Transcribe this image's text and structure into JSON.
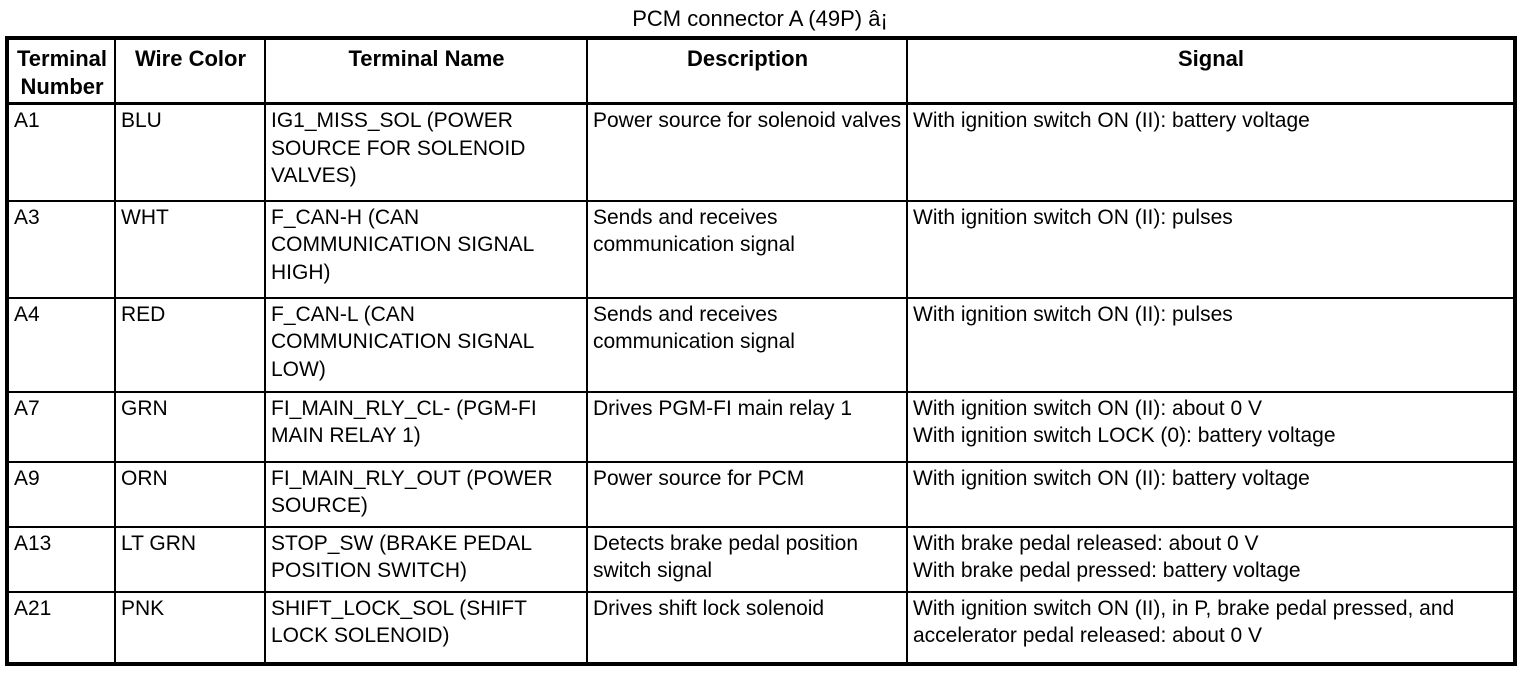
{
  "title": "PCM connector A (49P) â¡",
  "table": {
    "headers": {
      "terminal": "Terminal Number",
      "wire_color": "Wire Color",
      "terminal_name": "Terminal Name",
      "description": "Description",
      "signal": "Signal"
    },
    "rows": [
      {
        "terminal": "A1",
        "wire_color": "BLU",
        "terminal_name": "IG1_MISS_SOL (POWER SOURCE FOR SOLENOID VALVES)",
        "description": "Power source for solenoid valves",
        "signal": "With ignition switch ON (II): battery voltage"
      },
      {
        "terminal": "A3",
        "wire_color": "WHT",
        "terminal_name": "F_CAN-H (CAN COMMUNICATION SIGNAL HIGH)",
        "description": "Sends and receives communication signal",
        "signal": "With ignition switch ON (II): pulses"
      },
      {
        "terminal": "A4",
        "wire_color": "RED",
        "terminal_name": "F_CAN-L (CAN COMMUNICATION SIGNAL LOW)",
        "description": "Sends and receives communication signal",
        "signal": "With ignition switch ON (II): pulses"
      },
      {
        "terminal": "A7",
        "wire_color": "GRN",
        "terminal_name": "FI_MAIN_RLY_CL- (PGM-FI MAIN RELAY 1)",
        "description": "Drives PGM-FI main relay 1",
        "signal": "With ignition switch ON (II): about 0 V\nWith ignition switch LOCK (0): battery voltage"
      },
      {
        "terminal": "A9",
        "wire_color": "ORN",
        "terminal_name": "FI_MAIN_RLY_OUT (POWER SOURCE)",
        "description": "Power source for PCM",
        "signal": "With ignition switch ON (II): battery voltage"
      },
      {
        "terminal": "A13",
        "wire_color": "LT GRN",
        "terminal_name": "STOP_SW (BRAKE PEDAL POSITION SWITCH)",
        "description": "Detects brake pedal position switch signal",
        "signal": "With brake pedal released: about 0 V\nWith brake pedal pressed: battery voltage"
      },
      {
        "terminal": "A21",
        "wire_color": "PNK",
        "terminal_name": "SHIFT_LOCK_SOL (SHIFT LOCK SOLENOID)",
        "description": "Drives shift lock solenoid",
        "signal": "With ignition switch ON (II), in P, brake pedal pressed, and accelerator pedal released: about 0 V"
      }
    ]
  }
}
